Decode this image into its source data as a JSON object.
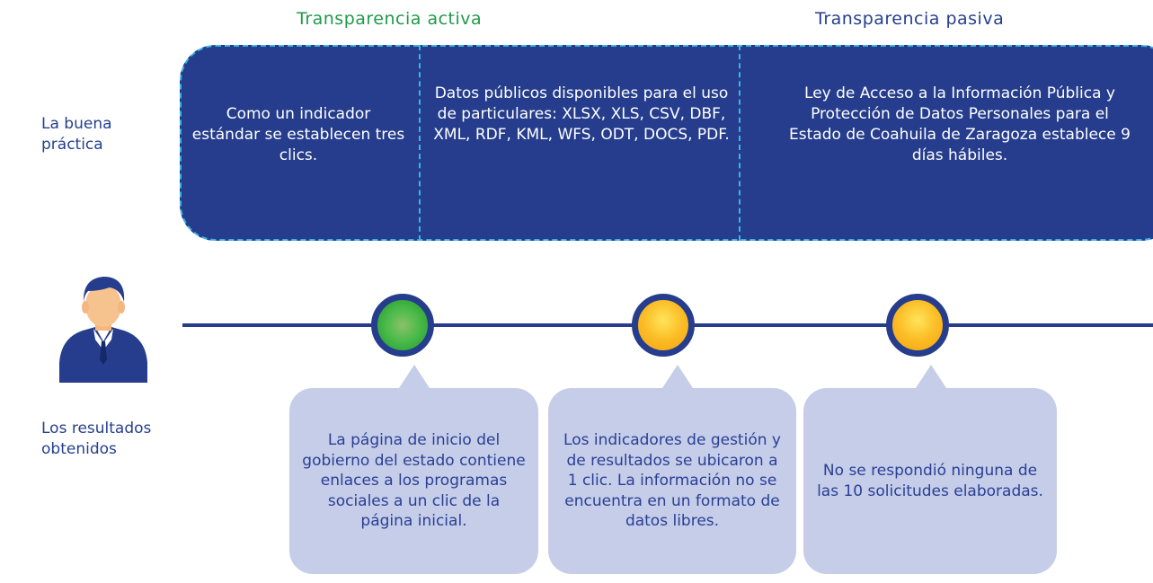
{
  "headers": {
    "active": "Transparencia activa",
    "passive": "Transparencia pasiva"
  },
  "row_labels": {
    "good_practice": "La buena práctica",
    "results": "Los resultados obtenidos"
  },
  "good_practice": [
    "Como un indicador estándar se establecen tres clics.",
    "Datos públicos disponibles para el uso de particulares: XLSX, XLS, CSV, DBF, XML, RDF, KML, WFS, ODT, DOCS, PDF.",
    "Ley de Acceso a la Información Pública y Protección de Datos Personales para el Estado de Coahuila de Zaragoza establece 9 días hábiles."
  ],
  "results": [
    "La página de inicio del gobierno del estado contiene enlaces a los programas sociales a un clic de la página inicial.",
    "Los indicadores de gestión y de resultados se ubicaron a 1 clic. La información no se encuentra en un formato de datos libres.",
    "No se respondió ninguna de las 10 solicitudes elaboradas."
  ],
  "nodes": [
    "green",
    "orange",
    "orange"
  ],
  "colors": {
    "navy": "#253d8c",
    "green_header": "#1f9a47",
    "dash_blue": "#3ab4e0",
    "bubble": "#c5cde9"
  },
  "icons": {
    "person": "person-icon"
  }
}
